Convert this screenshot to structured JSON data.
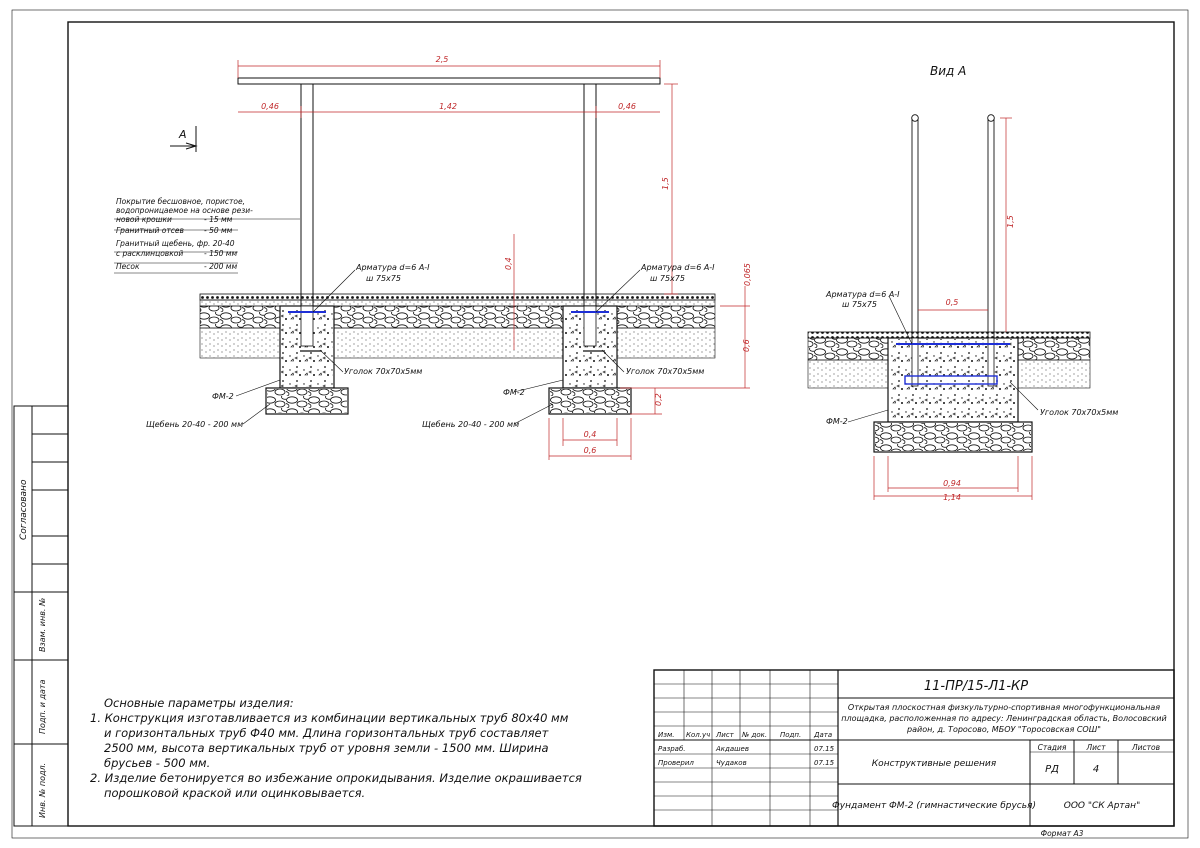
{
  "drawing": {
    "overall_width": "2,5",
    "left_overhang": "0,46",
    "span": "1,42",
    "right_overhang": "0,46",
    "height": "1,5",
    "depth_mark": "0,4",
    "cover_mark": "0,065",
    "foundation_depth": "0,6",
    "base_depth": "0,2",
    "foundation_width": "0,4",
    "base_width": "0,6",
    "view_label": "А",
    "view_a_title": "Вид А",
    "view_a_height": "1,5",
    "view_a_spacing": "0,5",
    "view_a_inner_width": "0,94",
    "view_a_outer_width": "1,14",
    "rebar_label_1": "Арматура d=6 А-I",
    "rebar_label_2": "ш 75х75",
    "angle_label": "Уголок 70х70х5мм",
    "fm_label": "ФМ-2",
    "gravel_label": "Щебень 20-40 - 200 мм"
  },
  "layers": [
    {
      "name": "Покрытие бесшовное, пористое,",
      "value": ""
    },
    {
      "name": "водопроницаемое на основе рези-",
      "value": ""
    },
    {
      "name": "новой крошки",
      "value": "- 15 мм"
    },
    {
      "name": "Гранитный отсев",
      "value": "- 50 мм"
    },
    {
      "name": "Гранитный щебень, фр. 20-40",
      "value": ""
    },
    {
      "name": "с расклинцовкой",
      "value": "- 150 мм"
    },
    {
      "name": "Песок",
      "value": "- 200 мм"
    }
  ],
  "side_stamps": [
    "Согласовано",
    "Взам. инв. №",
    "Подп. и дата",
    "Инв. № подл."
  ],
  "notes": {
    "title": "Основные параметры изделия:",
    "item1_a": "1. Конструкция изготавливается из комбинации вертикальных труб 80х40 мм",
    "item1_b": "и горизонтальных труб Ф40 мм. Длина горизонтальных труб составляет",
    "item1_c": "2500 мм, высота вертикальных труб от уровня земли - 1500 мм. Ширина",
    "item1_d": "брусьев - 500 мм.",
    "item2_a": "2. Изделие бетонируется во избежание опрокидывания. Изделие окрашивается",
    "item2_b": "порошковой краской или оцинковывается."
  },
  "title_block": {
    "code": "11-ПР/15-Л1-КР",
    "object_1": "Открытая плоскостная физкультурно-спортивная многофункциональная",
    "object_2": "площадка, расположенная по адресу: Ленинградская область, Волосовский",
    "object_3": "район, д. Торосово, МБОУ \"Торосовская СОШ\"",
    "headers": [
      "Изм.",
      "Кол.уч",
      "Лист",
      "№ док.",
      "Подп.",
      "Дата"
    ],
    "developed_label": "Разраб.",
    "developed_name": "Акдашев",
    "developed_date": "07.15",
    "checked_label": "Проверил",
    "checked_name": "Чудаков",
    "checked_date": "07.15",
    "section": "Конструктивные решения",
    "stage_label": "Стадия",
    "sheet_label": "Лист",
    "sheets_label": "Листов",
    "stage": "РД",
    "sheet": "4",
    "sheets": "",
    "drawing_name": "Фундамент ФМ-2 (гимнастические брусья)",
    "company": "ООО \"СК Артан\"",
    "format": "Формат А3"
  },
  "colors": {
    "dimension": "#c0282a",
    "rebar": "#1e2fd6",
    "line": "#111111"
  }
}
